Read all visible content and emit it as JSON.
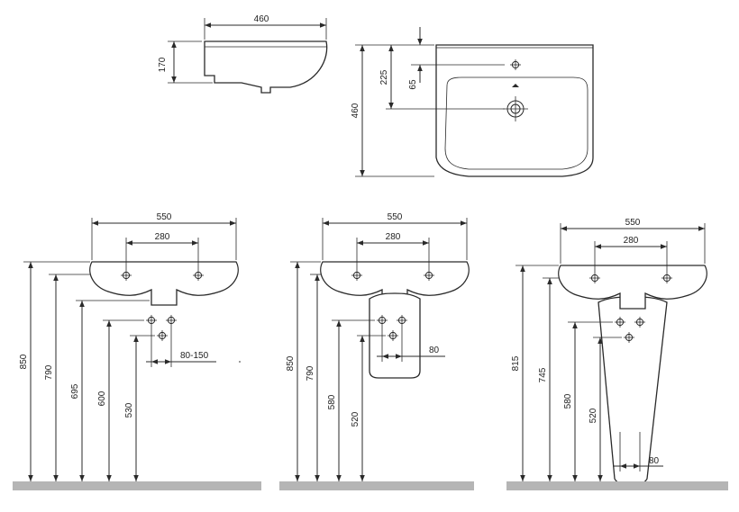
{
  "top_side_view": {
    "width": "460",
    "height": "170"
  },
  "top_plan_view": {
    "depth": "460",
    "offset_tap": "225",
    "offset_drain": "65"
  },
  "front_wall_hung": {
    "width": "550",
    "holes": "280",
    "heights": [
      "850",
      "790",
      "695",
      "600",
      "530"
    ],
    "spacing": "80-150"
  },
  "front_full_pedestal": {
    "width": "550",
    "holes": "280",
    "heights": [
      "850",
      "790",
      "580",
      "520"
    ],
    "spacing": "80"
  },
  "front_semi_pedestal": {
    "width": "550",
    "holes": "280",
    "heights": [
      "815",
      "745",
      "580",
      "520"
    ],
    "spacing": "80"
  }
}
